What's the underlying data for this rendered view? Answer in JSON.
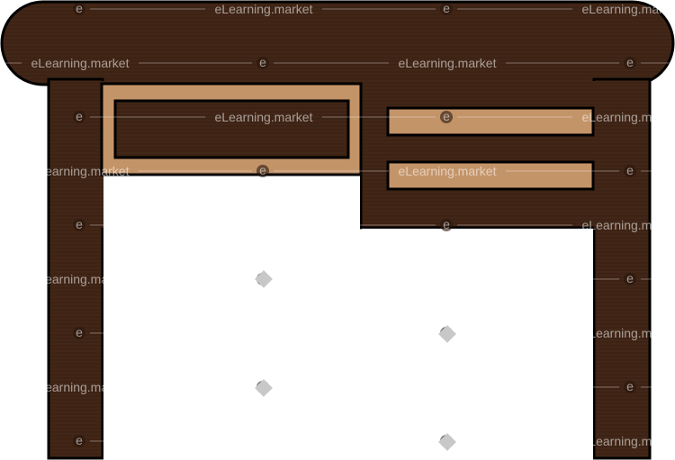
{
  "watermark": {
    "brand": "eLearning.market",
    "mark_letter": "e"
  },
  "colors": {
    "wood_dark": "#3d2314",
    "wood_line": "#4a2c1a",
    "drawer_tan": "#c49469",
    "drawer_tan_dark": "#b58456",
    "outline": "#000000",
    "background": "#ffffff",
    "watermark_gray": "#c8c8c8"
  },
  "illustration": {
    "subject": "wooden desk with drawers",
    "parts": [
      "desktop-top",
      "left-leg",
      "right-leg",
      "left-drawer-frame",
      "left-drawer",
      "right-drawer-top",
      "right-drawer-bottom"
    ]
  }
}
